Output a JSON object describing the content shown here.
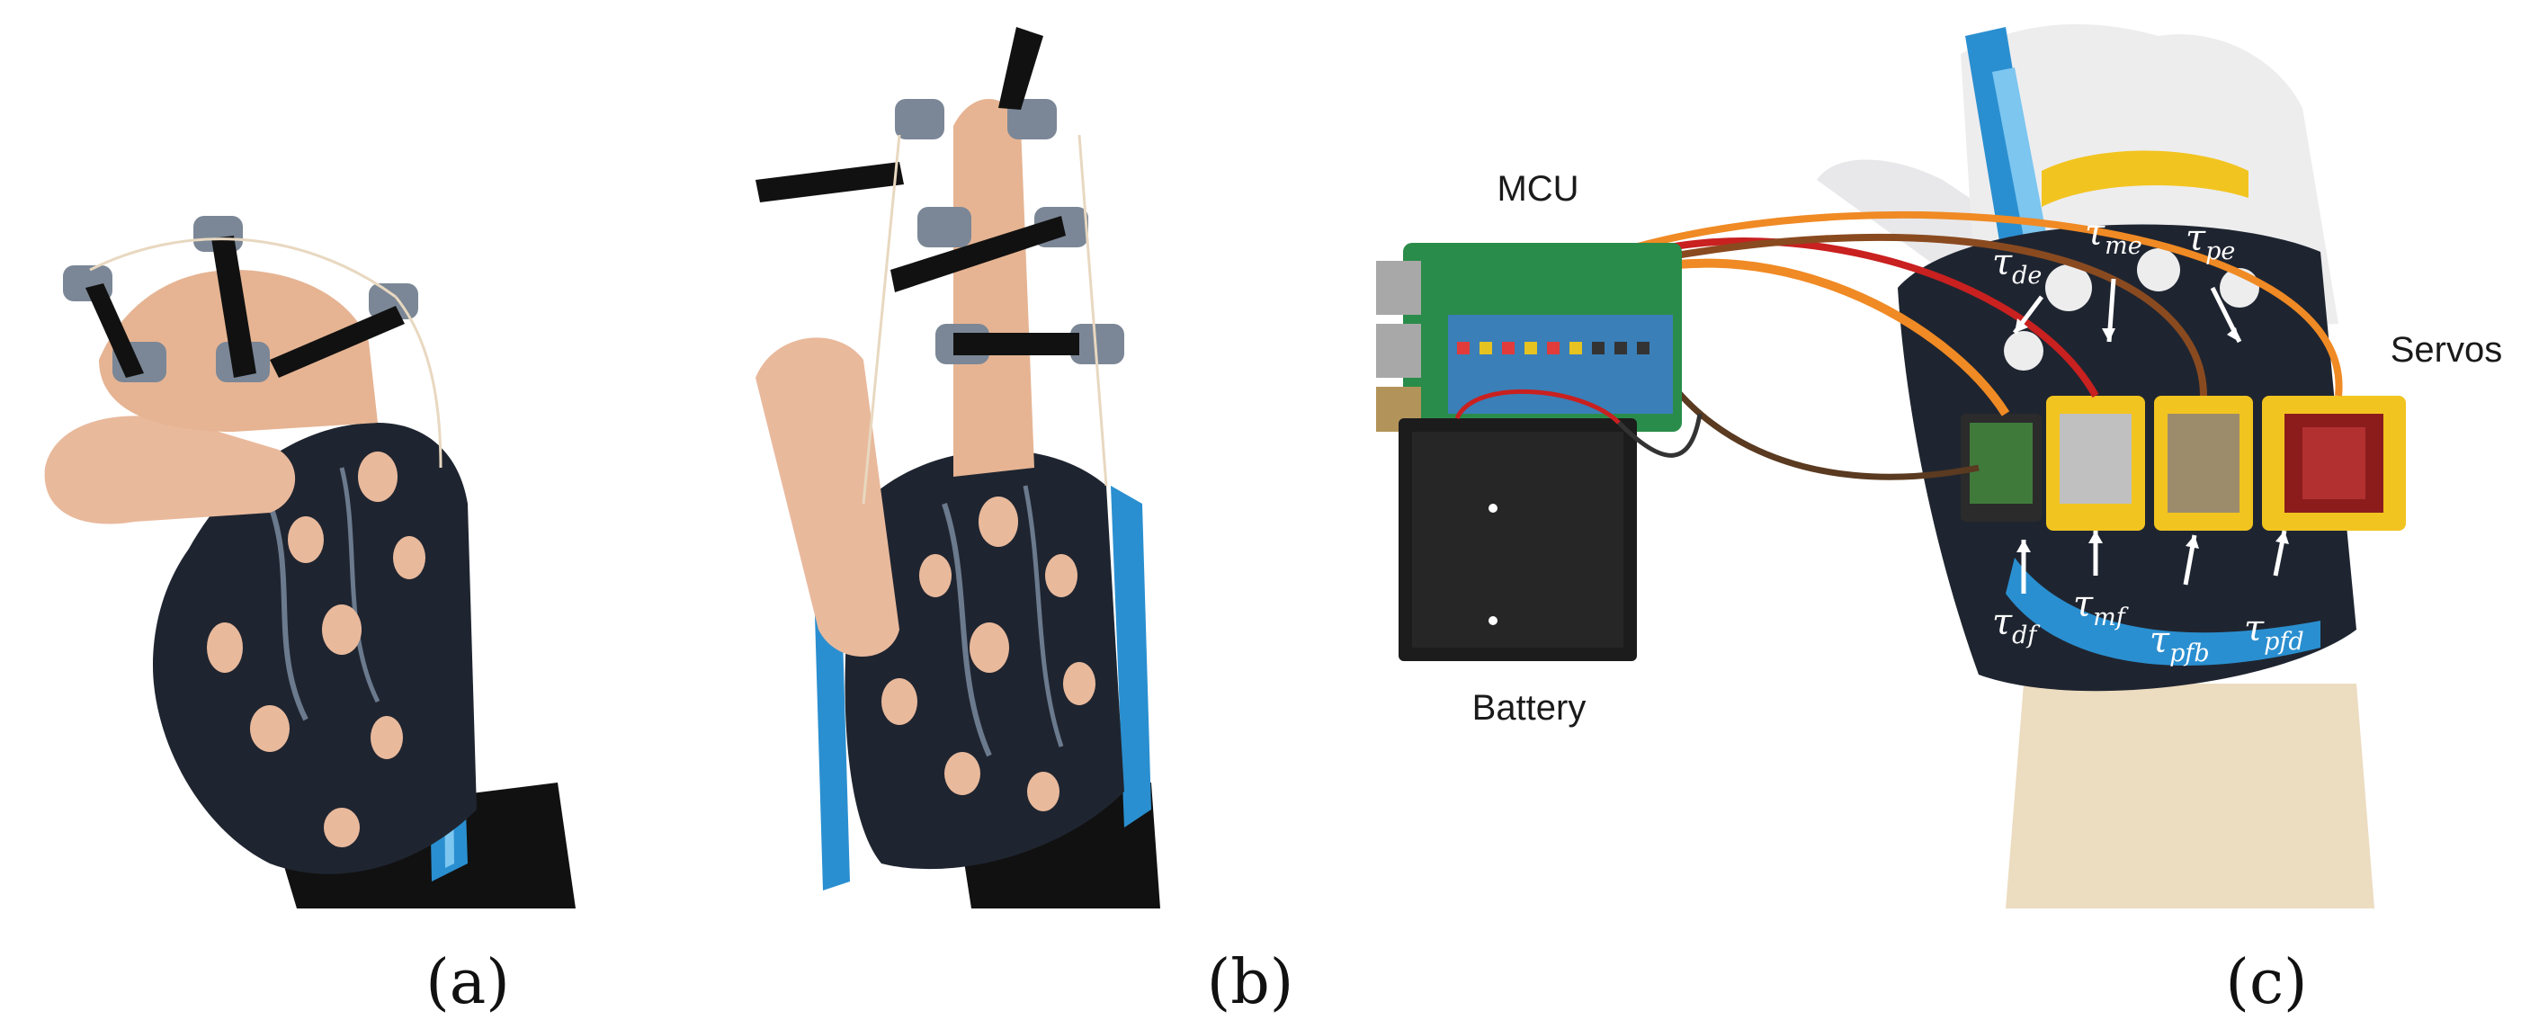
{
  "panels": {
    "a": {
      "caption": "(a)"
    },
    "b": {
      "caption": "(b)"
    },
    "c": {
      "caption": "(c)",
      "labels": {
        "mcu": "MCU",
        "battery": "Battery",
        "servos": "Servos"
      },
      "torques_top": [
        {
          "symbol": "τ",
          "sub": "de"
        },
        {
          "symbol": "τ",
          "sub": "me"
        },
        {
          "symbol": "τ",
          "sub": "pe"
        }
      ],
      "torques_bottom": [
        {
          "symbol": "τ",
          "sub": "df"
        },
        {
          "symbol": "τ",
          "sub": "mf"
        },
        {
          "symbol": "τ",
          "sub": "pfb"
        },
        {
          "symbol": "τ",
          "sub": "pfd"
        }
      ]
    }
  },
  "colors": {
    "glove_shell": "#1f2530",
    "skin": "#e9b99c",
    "cable_blue": "#2a8fd0",
    "servo_housing": "#f2c420",
    "pcb": "#2a8c4a",
    "mannequin": "#ecdcc0"
  }
}
